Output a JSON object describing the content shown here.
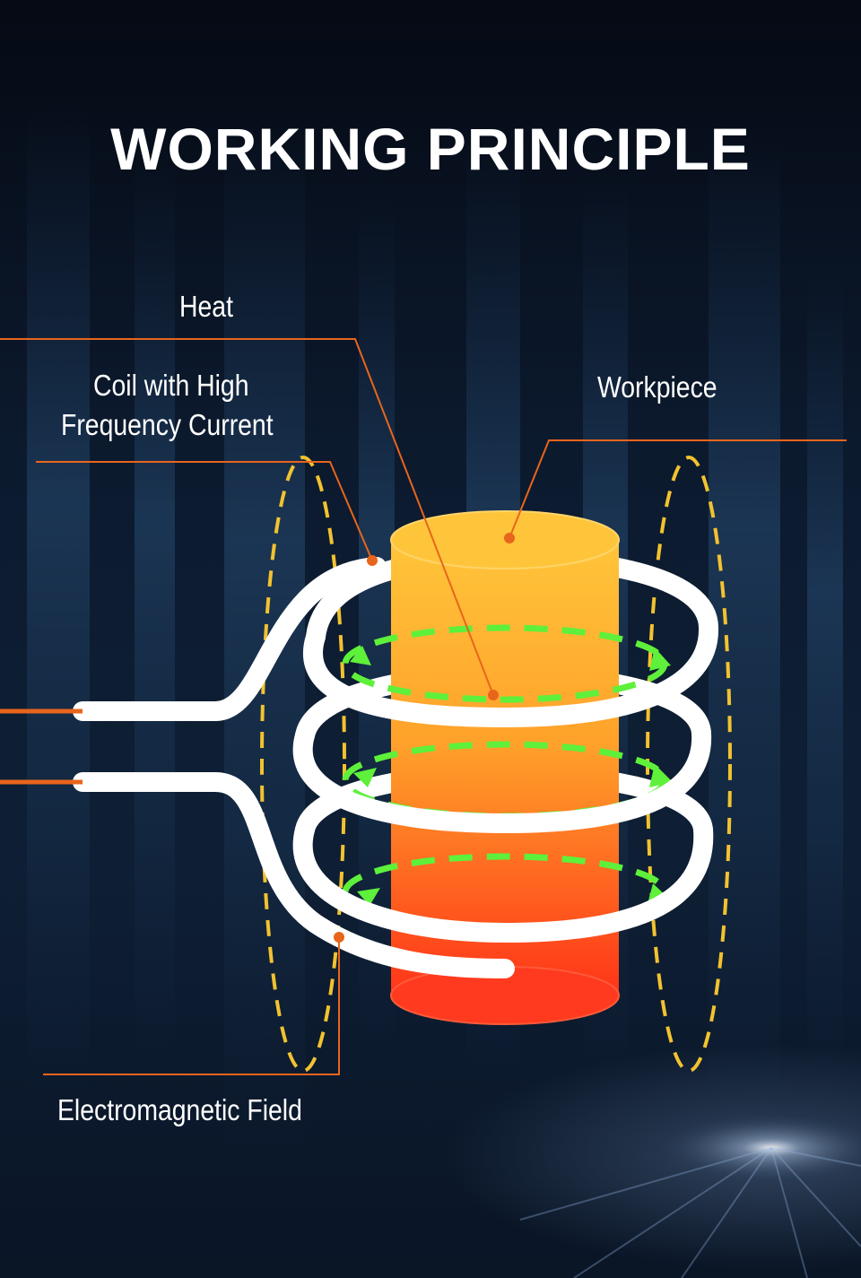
{
  "title": "WORKING PRINCIPLE",
  "labels": {
    "heat": "Heat",
    "coil_line1": "Coil with High",
    "coil_line2": "Frequency Current",
    "workpiece": "Workpiece",
    "field": "Electromagnetic Field"
  },
  "colors": {
    "leader": "#e8651c",
    "field": "#f2c230",
    "eddy": "#5ef03a",
    "coil": "#ffffff",
    "workpiece_top": "#ffc53a",
    "workpiece_bottom": "#ff3418"
  }
}
